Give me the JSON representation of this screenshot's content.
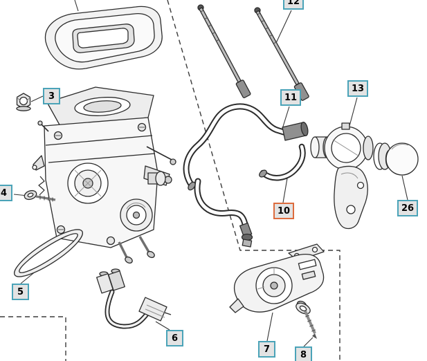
{
  "colors": {
    "teal": "#4aa3b8",
    "orange": "#dd6b3d",
    "label_bg": "#e3e3e3",
    "ink": "#2b2b2b",
    "page_bg": "#ffffff"
  },
  "labels": [
    {
      "id": "12",
      "part": "collar-screw",
      "style": "teal"
    },
    {
      "id": "3",
      "part": "flange-nut",
      "style": "teal"
    },
    {
      "id": "11",
      "part": "fuel-hose",
      "style": "teal"
    },
    {
      "id": "13",
      "part": "purge-pump",
      "style": "teal"
    },
    {
      "id": "4",
      "part": "screw",
      "style": "teal"
    },
    {
      "id": "10",
      "part": "impulse-hose",
      "style": "orange"
    },
    {
      "id": "26",
      "part": "primer-bulb",
      "style": "teal"
    },
    {
      "id": "5",
      "part": "gasket-loop",
      "style": "teal"
    },
    {
      "id": "6",
      "part": "wiring-harness",
      "style": "teal"
    },
    {
      "id": "7",
      "part": "pump-bracket",
      "style": "teal"
    },
    {
      "id": "8",
      "part": "bracket-screw",
      "style": "teal"
    }
  ]
}
